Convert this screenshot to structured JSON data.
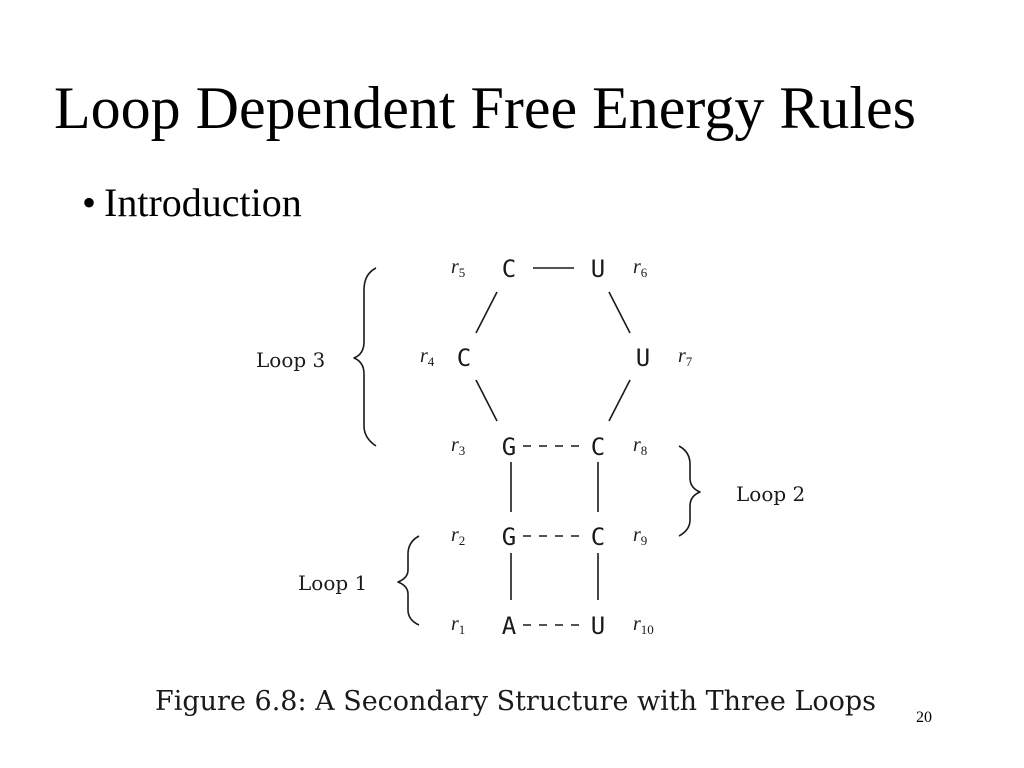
{
  "slide": {
    "title": "Loop Dependent Free Energy Rules",
    "bullet_symbol": "•",
    "bullet_text": "Introduction",
    "page_number": "20"
  },
  "figure": {
    "caption": "Figure 6.8:  A Secondary Structure with Three Loops",
    "nucleotides": [
      {
        "id": "r1",
        "base": "A",
        "label": "r",
        "sub": "1"
      },
      {
        "id": "r2",
        "base": "G",
        "label": "r",
        "sub": "2"
      },
      {
        "id": "r3",
        "base": "G",
        "label": "r",
        "sub": "3"
      },
      {
        "id": "r4",
        "base": "C",
        "label": "r",
        "sub": "4"
      },
      {
        "id": "r5",
        "base": "C",
        "label": "r",
        "sub": "5"
      },
      {
        "id": "r6",
        "base": "U",
        "label": "r",
        "sub": "6"
      },
      {
        "id": "r7",
        "base": "U",
        "label": "r",
        "sub": "7"
      },
      {
        "id": "r8",
        "base": "C",
        "label": "r",
        "sub": "8"
      },
      {
        "id": "r9",
        "base": "C",
        "label": "r",
        "sub": "9"
      },
      {
        "id": "r10",
        "base": "U",
        "label": "r",
        "sub": "10"
      }
    ],
    "base_pairs": [
      [
        "r1",
        "r10"
      ],
      [
        "r2",
        "r9"
      ],
      [
        "r3",
        "r8"
      ]
    ],
    "loops": [
      {
        "id": "loop1",
        "label": "Loop 1"
      },
      {
        "id": "loop2",
        "label": "Loop 2"
      },
      {
        "id": "loop3",
        "label": "Loop 3"
      }
    ]
  }
}
